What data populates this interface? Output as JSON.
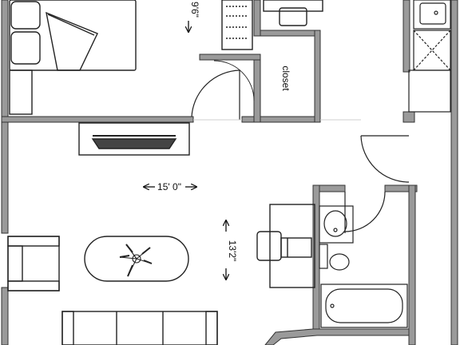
{
  "plan": {
    "dimensions": {
      "width": "15' 0\"",
      "depth": "13'2\"",
      "bedroom_depth": "9'6\""
    },
    "rooms": {
      "closet": "closet"
    },
    "colors": {
      "wall_fill": "#9a9a9a",
      "wall_stroke": "#333333",
      "line": "#222222",
      "background": "#ffffff"
    }
  }
}
